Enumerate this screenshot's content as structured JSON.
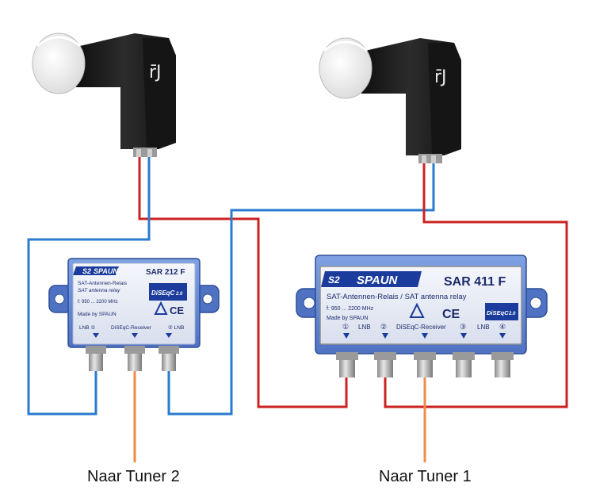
{
  "captions": {
    "tuner2": "Naar Tuner 2",
    "tuner1": "Naar Tuner 1"
  },
  "lnb_logo_glyph": "r̄J",
  "switch_small": {
    "brand": "SPAUN",
    "logo_mark": "S2",
    "model": "SAR 212 F",
    "line1": "SAT-Antennen-Relais",
    "line2": "SAT antenna relay",
    "freq": "f: 950 ... 2200 MHz",
    "made_by": "Made by SPAUN",
    "diseqc": "DiSEqC",
    "diseqc_ver": "2.0",
    "ce": "CE",
    "port_left": "LNB ①",
    "port_mid": "DiSEqC-Receiver",
    "port_right": "② LNB"
  },
  "switch_large": {
    "brand": "SPAUN",
    "logo_mark": "S2",
    "model": "SAR 411 F",
    "line1": "SAT-Antennen-Relais / SAT antenna relay",
    "freq": "f: 950 ... 2200 MHz",
    "made_by": "Made by SPAUN",
    "diseqc": "DiSEqC",
    "diseqc_ver": "2.0",
    "ce": "CE",
    "port_1": "①",
    "lnb_a": "LNB",
    "port_2": "②",
    "port_mid": "DiSEqC-Receiver",
    "port_3": "③",
    "lnb_b": "LNB",
    "port_4": "④"
  },
  "colors": {
    "red_cable": "#cc2222",
    "blue_cable": "#2a7bd0",
    "orange_cable": "#f08a4b",
    "switch_blue": "#6a8fd6",
    "lnb_body": "#1c1c1c"
  }
}
